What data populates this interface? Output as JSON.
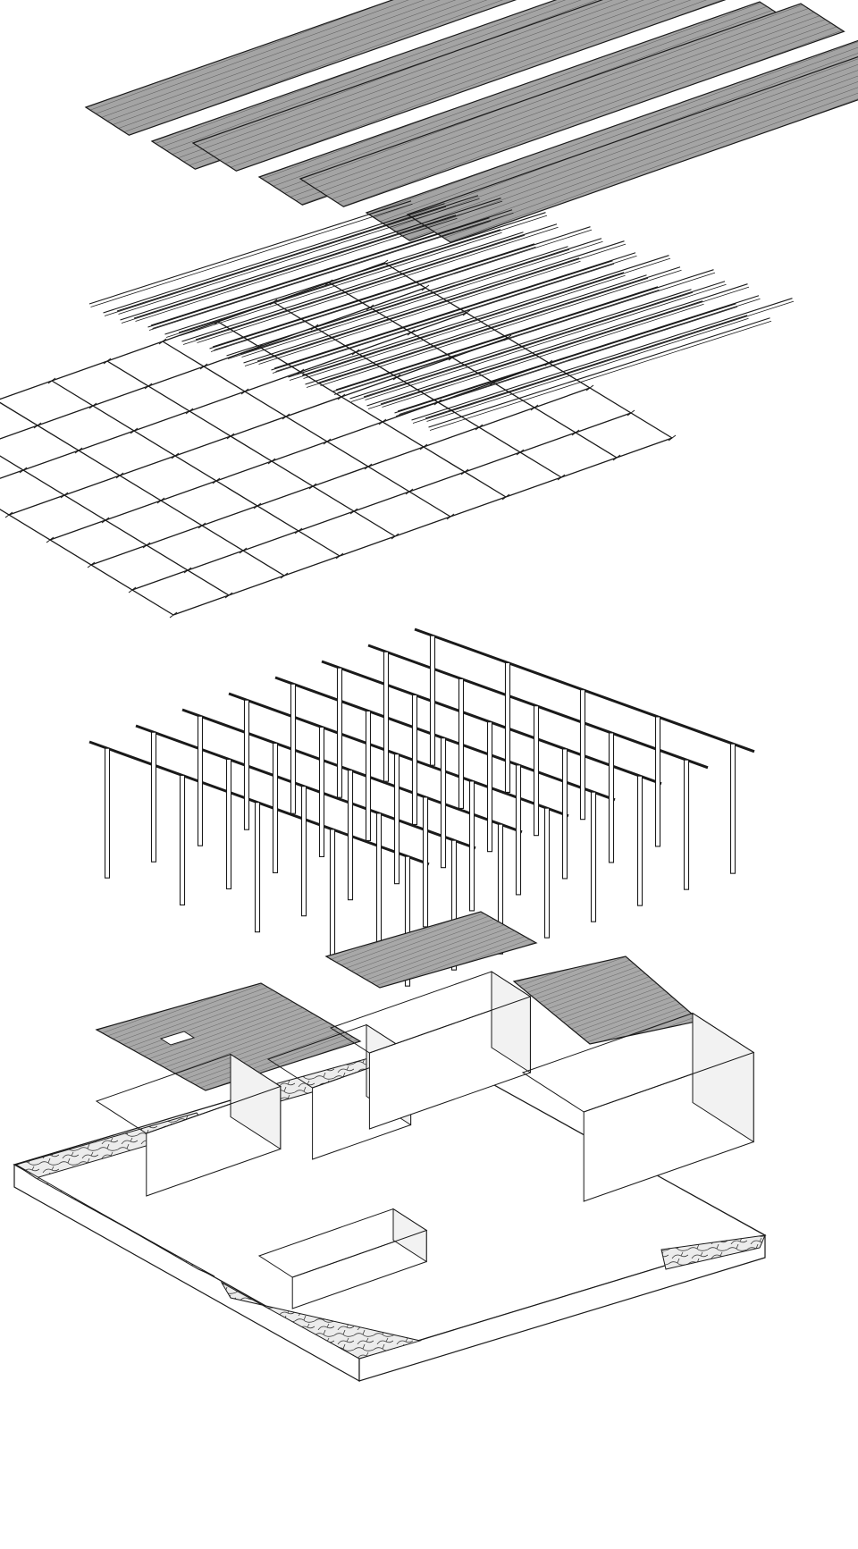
{
  "figure": {
    "kind": "exploded-axonometric-drawing",
    "colors": {
      "ink": "#1a1a1a",
      "sheet_fill": "#9a9a9a",
      "sheet_hatch": "#5a5a5a",
      "paper": "#ffffff",
      "stone_fill": "#e6e6e6"
    },
    "layers": [
      {
        "key": "roof",
        "name": "roof-sheet-layer",
        "panels": 7
      },
      {
        "key": "purlins",
        "name": "purlin-layer",
        "members": 34
      },
      {
        "key": "lattice",
        "name": "diagonal-lattice-layer"
      },
      {
        "key": "frames",
        "name": "post-and-beam-frame-layer",
        "frames": 8
      },
      {
        "key": "ceilings",
        "name": "ceiling-panel-layer",
        "panels": 3
      },
      {
        "key": "base",
        "name": "ground-floor-plan-layer"
      }
    ]
  }
}
